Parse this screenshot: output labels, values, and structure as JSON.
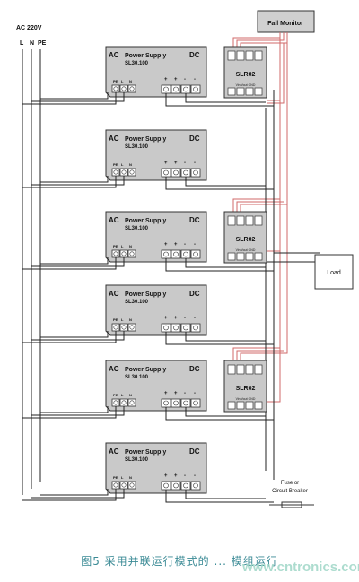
{
  "mains": {
    "title": "AC 220V",
    "lines": [
      "L",
      "N",
      "PE"
    ]
  },
  "supplies": [
    {
      "ac": "AC",
      "dc": "DC",
      "name": "Power Supply",
      "model": "SL30.100",
      "in_terms": [
        "PE",
        "L",
        "N"
      ],
      "out_terms": [
        "+",
        "+",
        "-",
        "-"
      ]
    },
    {
      "ac": "AC",
      "dc": "DC",
      "name": "Power Supply",
      "model": "SL30.100",
      "in_terms": [
        "PE",
        "L",
        "N"
      ],
      "out_terms": [
        "+",
        "+",
        "-",
        "-"
      ]
    },
    {
      "ac": "AC",
      "dc": "DC",
      "name": "Power Supply",
      "model": "SL30.100",
      "in_terms": [
        "PE",
        "L",
        "N"
      ],
      "out_terms": [
        "+",
        "+",
        "-",
        "-"
      ]
    },
    {
      "ac": "AC",
      "dc": "DC",
      "name": "Power Supply",
      "model": "SL30.100",
      "in_terms": [
        "PE",
        "L",
        "N"
      ],
      "out_terms": [
        "+",
        "+",
        "-",
        "-"
      ]
    },
    {
      "ac": "AC",
      "dc": "DC",
      "name": "Power Supply",
      "model": "SL30.100",
      "in_terms": [
        "PE",
        "L",
        "N"
      ],
      "out_terms": [
        "+",
        "+",
        "-",
        "-"
      ]
    },
    {
      "ac": "AC",
      "dc": "DC",
      "name": "Power Supply",
      "model": "SL30.100",
      "in_terms": [
        "PE",
        "L",
        "N"
      ],
      "out_terms": [
        "+",
        "+",
        "-",
        "-"
      ]
    }
  ],
  "modules": {
    "name": "SLR02",
    "terms": "Vin  Vout GND"
  },
  "fail_monitor": "Fail Monitor",
  "load": "Load",
  "fuse": {
    "line1": "Fuse or",
    "line2": "Circuit Breaker"
  },
  "caption": "图5  采用并联运行模式的 ...  模组运行",
  "watermark": "www.cntronics.com"
}
